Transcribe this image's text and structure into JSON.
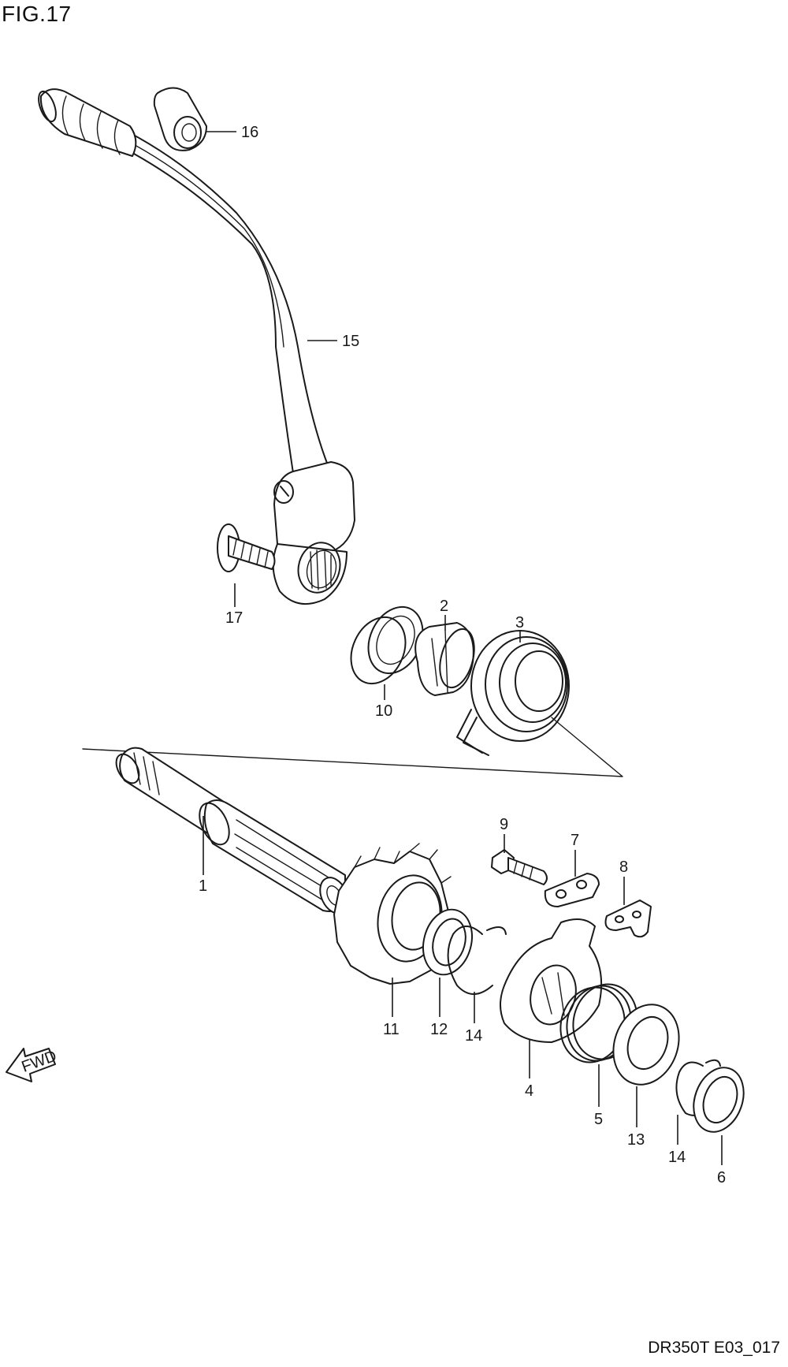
{
  "figure": {
    "title": "FIG.17",
    "code": "DR350T E03_017",
    "fwd_label": "FWD"
  },
  "callouts": {
    "c1": "1",
    "c2": "2",
    "c3": "3",
    "c4": "4",
    "c5": "5",
    "c6": "6",
    "c7": "7",
    "c8": "8",
    "c9": "9",
    "c10": "10",
    "c11": "11",
    "c12": "12",
    "c14a": "14",
    "c13": "13",
    "c14b": "14",
    "c15": "15",
    "c16": "16",
    "c17": "17"
  }
}
